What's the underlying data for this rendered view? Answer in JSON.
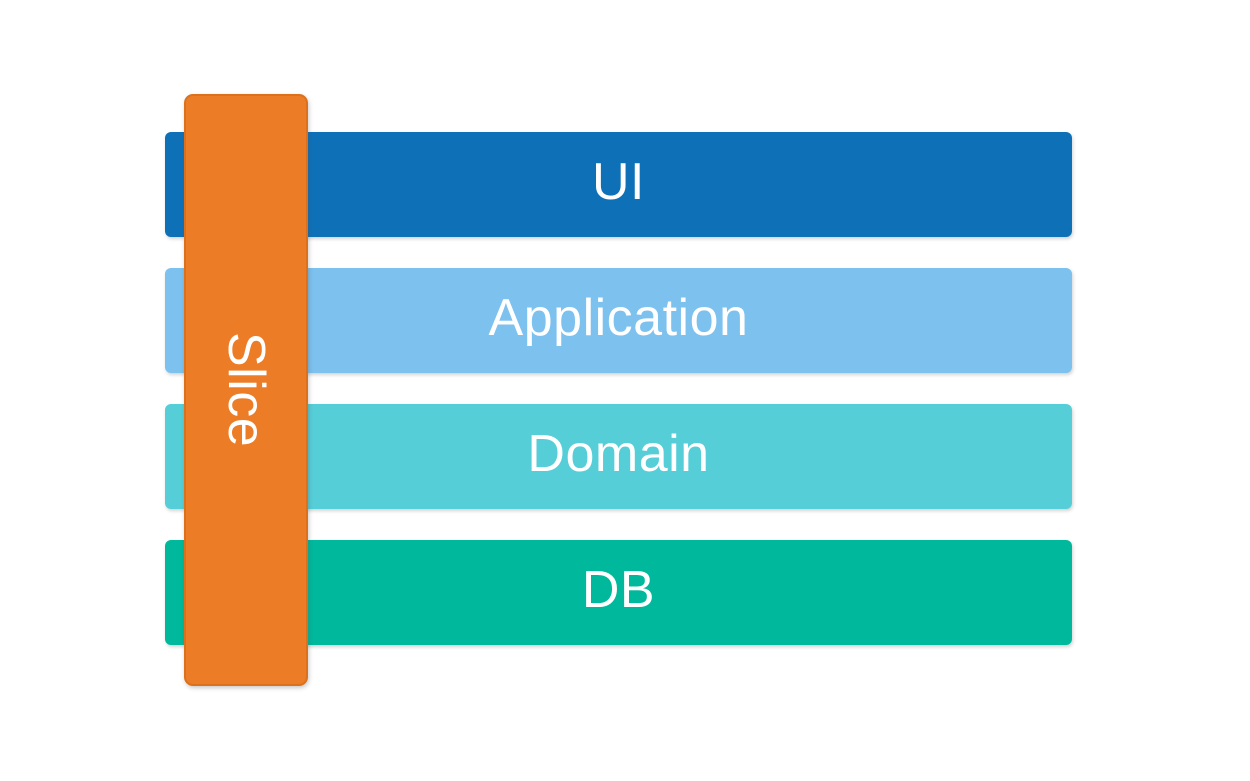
{
  "diagram": {
    "background_color": "#ffffff",
    "text_color": "#ffffff",
    "layers": [
      {
        "label": "UI",
        "color": "#0e71b8"
      },
      {
        "label": "Application",
        "color": "#7dc1ef"
      },
      {
        "label": "Domain",
        "color": "#55ced8"
      },
      {
        "label": "DB",
        "color": "#00b99c"
      }
    ],
    "slice": {
      "label": "Slice",
      "color": "#ec7c26",
      "border_color": "#d8701c",
      "orientation": "vertical"
    }
  }
}
